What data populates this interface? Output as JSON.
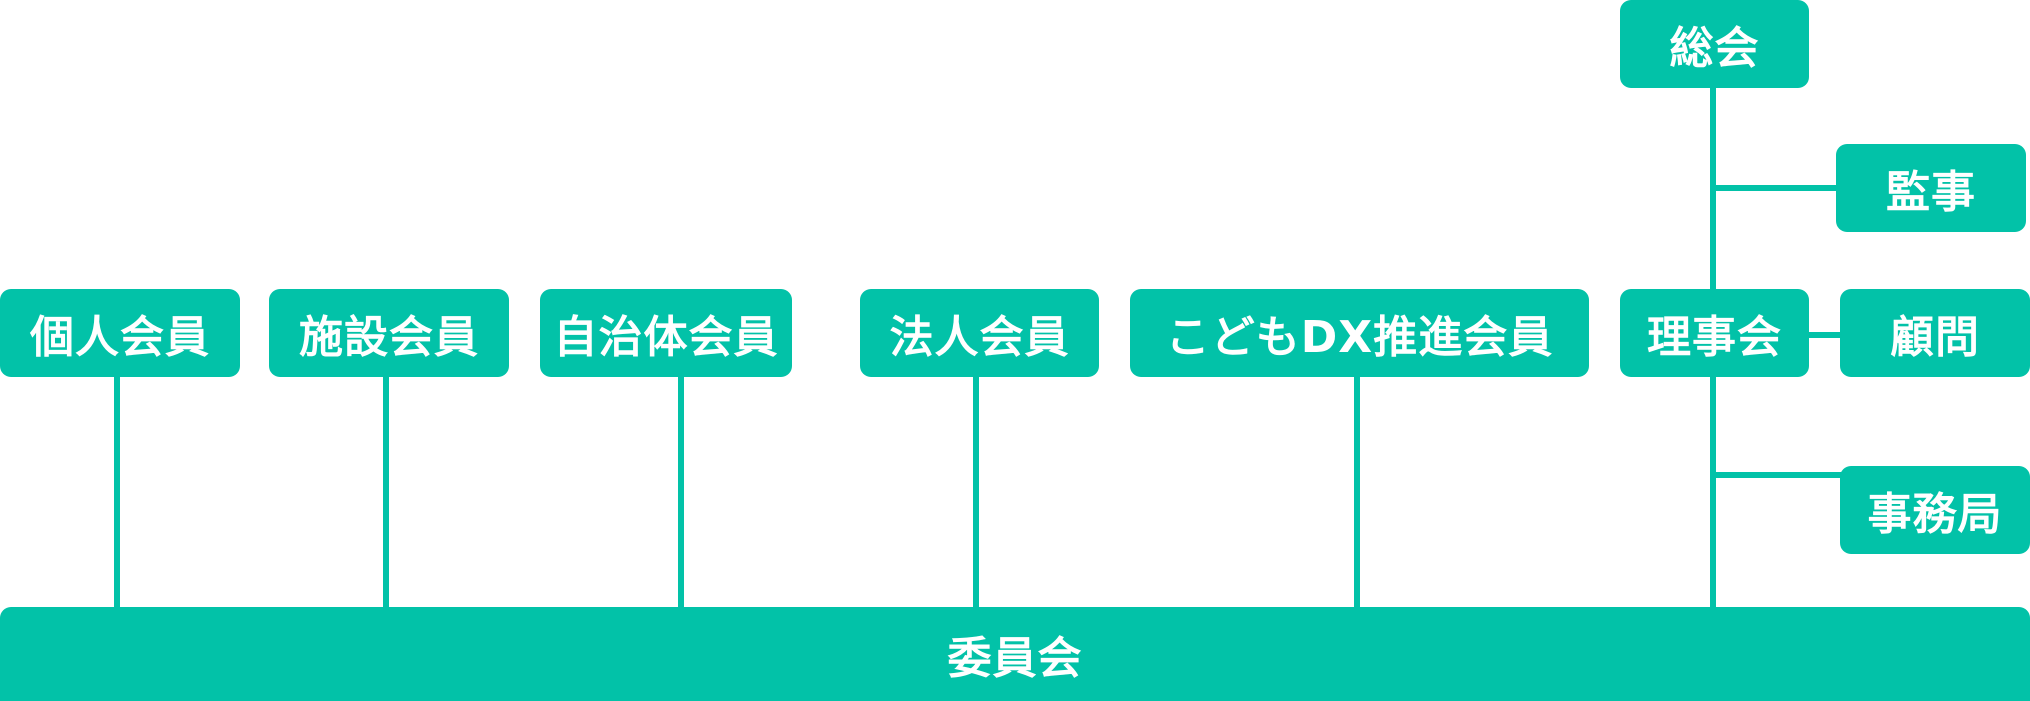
{
  "top": {
    "general_assembly": "総会",
    "auditor": "監事"
  },
  "members": [
    "個人会員",
    "施設会員",
    "自治体会員",
    "法人会員",
    "こどもDX推進会員"
  ],
  "board": "理事会",
  "advisor": "顧問",
  "secretariat": "事務局",
  "committee": "委員会"
}
